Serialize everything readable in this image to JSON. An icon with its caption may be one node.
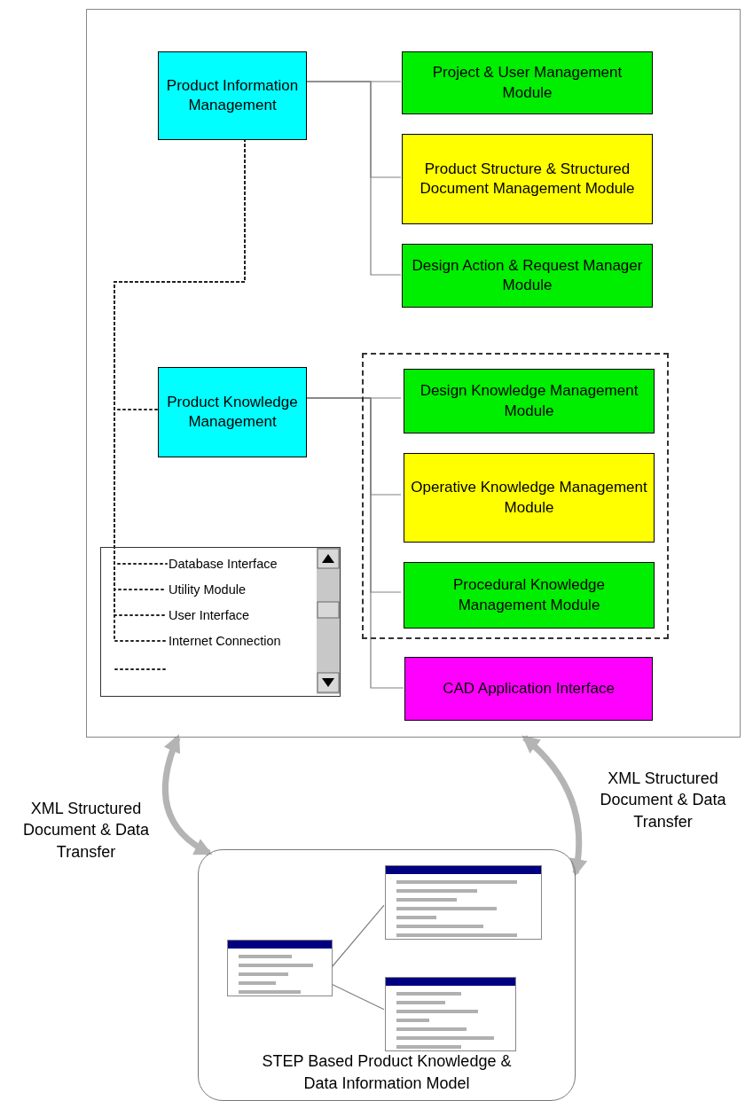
{
  "diagram": {
    "nodes": [
      {
        "text": [],
        "shape": "box"
      },
      {
        "text": [
          "Product Information Management"
        ],
        "in": 0
      },
      {
        "text": [
          "Project & User Management Module"
        ],
        "in": 0
      },
      {
        "text": [
          "Product Structure & Structured Document Management Module"
        ],
        "in": 0
      },
      {
        "text": [
          "Design Action & Request Manager Module"
        ],
        "in": 0
      },
      {
        "text": [
          "Product Knowledge Management"
        ],
        "in": 0
      },
      {
        "text": [],
        "shape": "box",
        "in": 0
      },
      {
        "text": [
          "Design Knowledge Management Module"
        ],
        "in": 6
      },
      {
        "text": [
          "Operative Knowledge Management Module"
        ],
        "in": 6
      },
      {
        "text": [
          "Procedural Knowledge Management Module"
        ],
        "in": 6
      },
      {
        "text": [
          "CAD Application Interface"
        ],
        "in": 0
      },
      {
        "text": [],
        "shape": "box",
        "in": 0
      },
      {
        "text": [
          "Database Interface"
        ],
        "in": 11
      },
      {
        "text": [
          "Utility Module"
        ],
        "in": 11
      },
      {
        "text": [
          "User Interface"
        ],
        "in": 11
      },
      {
        "text": [
          "Internet Connection"
        ],
        "in": 11
      },
      {
        "text": [
          "STEP Based Product Knowledge & Data Information Model"
        ]
      },
      {
        "text": [],
        "shape": "box",
        "in": 16
      },
      {
        "text": [],
        "shape": "box",
        "in": 16
      },
      {
        "text": [],
        "shape": "box",
        "in": 16
      }
    ],
    "edges": [
      {
        "from": 1,
        "to": 2,
        "arrow": "none"
      },
      {
        "from": 1,
        "to": 3,
        "arrow": "none"
      },
      {
        "from": 1,
        "to": 4,
        "arrow": "none"
      },
      {
        "from": 5,
        "to": 7,
        "arrow": "none"
      },
      {
        "from": 5,
        "to": 8,
        "arrow": "none"
      },
      {
        "from": 5,
        "to": 9,
        "arrow": "none"
      },
      {
        "from": 5,
        "to": 10,
        "arrow": "none"
      },
      {
        "from": 1,
        "to": 5,
        "arrow": "none",
        "style": "dashed",
        "color": "#222222"
      },
      {
        "from": 1,
        "to": 12,
        "arrow": "none",
        "style": "dashed",
        "color": "#222222"
      },
      {
        "from": 1,
        "to": 13,
        "arrow": "none",
        "style": "dashed",
        "color": "#222222"
      },
      {
        "from": 1,
        "to": 14,
        "arrow": "none",
        "style": "dashed",
        "color": "#222222"
      },
      {
        "from": 1,
        "to": 15,
        "arrow": "none",
        "style": "dashed",
        "color": "#222222"
      },
      {
        "from": 17,
        "to": 18,
        "arrow": "none"
      },
      {
        "from": 17,
        "to": 19,
        "arrow": "none"
      },
      {
        "from": 0,
        "to": 16,
        "arrow": "both",
        "style": "thick",
        "color": "#b4b4b4",
        "label": "XML Structured Document & Data Transfer"
      },
      {
        "from": 0,
        "to": 16,
        "arrow": "both",
        "style": "thick",
        "color": "#b4b4b4",
        "label": "XML Structured Document & Data Transfer"
      }
    ]
  }
}
